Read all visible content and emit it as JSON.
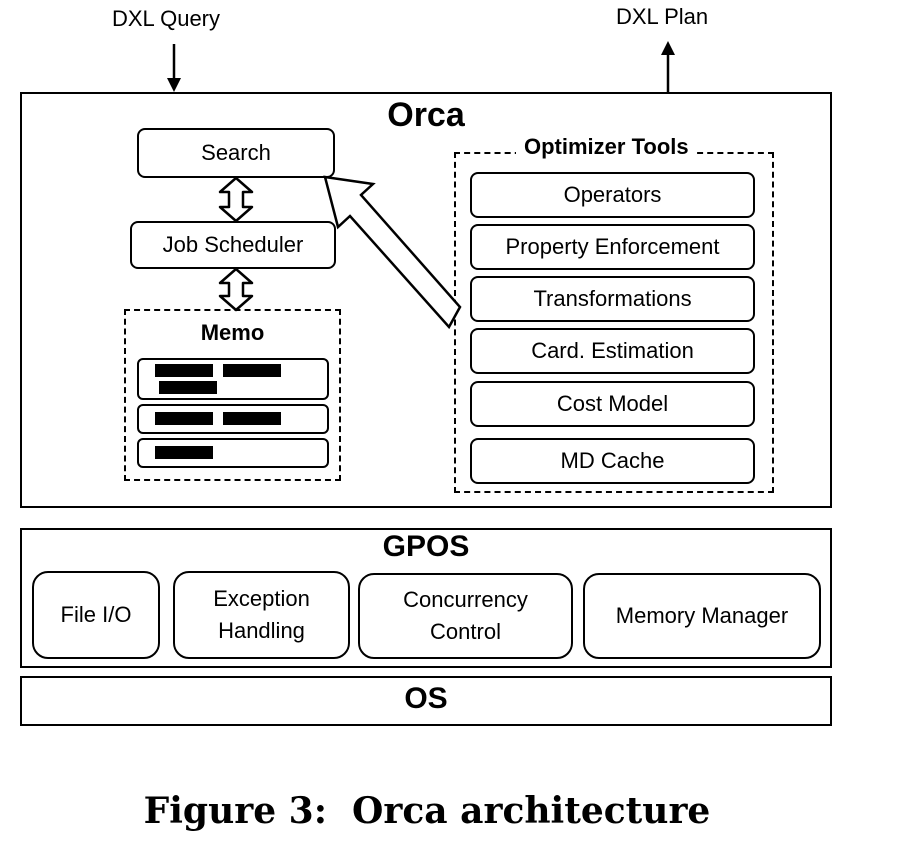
{
  "io": {
    "query_label": "DXL Query",
    "plan_label": "DXL Plan"
  },
  "orca": {
    "title": "Orca",
    "search_label": "Search",
    "job_scheduler_label": "Job Scheduler",
    "memo": {
      "title": "Memo"
    },
    "optimizer_tools": {
      "title": "Optimizer Tools",
      "items": [
        "Operators",
        "Property Enforcement",
        "Transformations",
        "Card. Estimation",
        "Cost Model",
        "MD Cache"
      ]
    }
  },
  "gpos": {
    "title": "GPOS",
    "items": [
      [
        "File I/O"
      ],
      [
        "Exception",
        "Handling"
      ],
      [
        "Concurrency",
        "Control"
      ],
      [
        "Memory Manager"
      ]
    ]
  },
  "os": {
    "title": "OS"
  },
  "caption": "Figure 3:  Orca architecture"
}
